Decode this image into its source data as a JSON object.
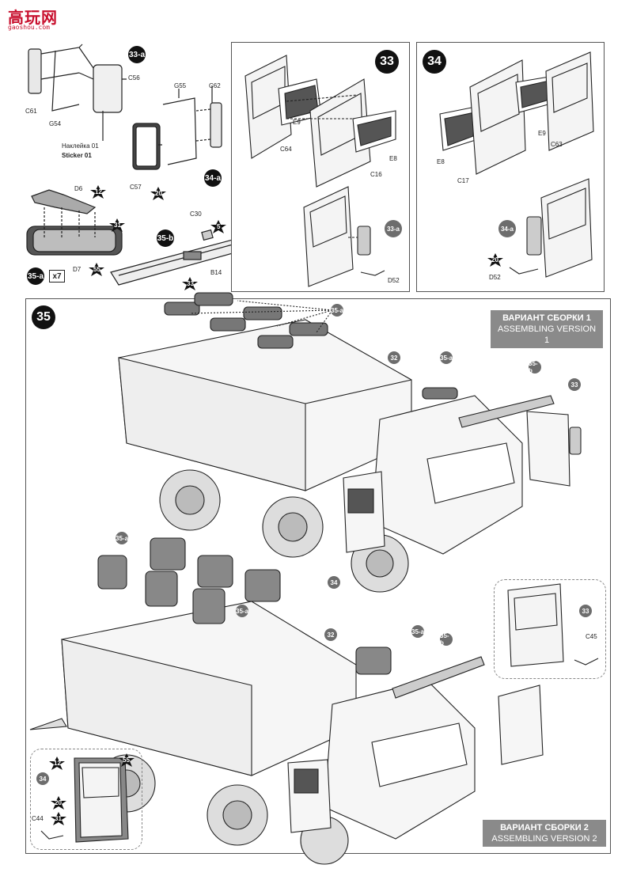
{
  "watermark": {
    "title": "高玩网",
    "sub": "gaoshou.com"
  },
  "steps": {
    "s33a": "33-a",
    "s34a": "34-a",
    "s35a": "35-a",
    "s35b": "35-b",
    "s33": "33",
    "s34": "34",
    "s35": "35"
  },
  "topleft": {
    "labels": {
      "c61": "C61",
      "g54": "G54",
      "c56": "C56",
      "sticker_ru": "Наклейка 01",
      "sticker_en": "Sticker 01",
      "g55": "G55",
      "c62": "C62",
      "c57": "C57",
      "d6": "D6",
      "d7": "D7",
      "c30": "C30",
      "b14": "B14"
    },
    "stars": {
      "s12": "12",
      "s31": "31",
      "s55": "55",
      "s20": "20",
      "s5": "5",
      "s33": "33"
    },
    "x7": "x7"
  },
  "panel33": {
    "labels": {
      "e9": "E9",
      "c64": "C64",
      "e8": "E8",
      "c16": "C16",
      "d52": "D52"
    },
    "ref": "33-a"
  },
  "panel34": {
    "labels": {
      "e9": "E9",
      "c63": "C63",
      "e8": "E8",
      "c17": "C17",
      "d52": "D52"
    },
    "ref": "34-a",
    "star": "20"
  },
  "panel35": {
    "version1": {
      "ru": "ВАРИАНТ СБОРКИ 1",
      "en": "ASSEMBLING VERSION  1"
    },
    "version2": {
      "ru": "ВАРИАНТ СБОРКИ 2",
      "en": "ASSEMBLING VERSION  2"
    },
    "refs1": {
      "a": "35-a",
      "n32": "32",
      "a2": "35-a",
      "b": "35-b",
      "n33": "33",
      "n34": "34"
    },
    "refs2": {
      "a": "35-a",
      "a2": "35-a",
      "n32": "32",
      "a3": "35-a",
      "b": "35-b",
      "n33": "33",
      "c45": "C45"
    },
    "inset_left": {
      "s12": "12",
      "s55": "55",
      "n34": "34",
      "s20": "20",
      "c44": "C44",
      "s31": "31"
    }
  }
}
